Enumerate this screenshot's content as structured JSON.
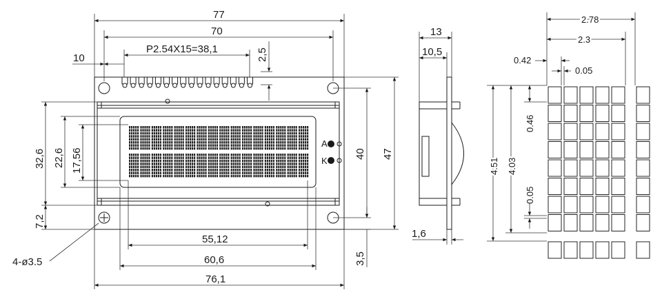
{
  "front_view": {
    "width_total": "77",
    "hole_span": "70",
    "hole_offset": "10",
    "pin_pitch_label": "P2.54X15=38,1",
    "pin_height": "2,5",
    "pcb_height": "47",
    "frame_height": "40",
    "hole_inset": "3,5",
    "bezel_height": "32,6",
    "view_height": "22,6",
    "dot_area_height": "17,56",
    "bottom_offset": "7,2",
    "dot_area_width": "55,12",
    "view_width": "60,6",
    "bezel_width": "76,1",
    "hole_note": "4-ø3.5",
    "led_anode": "A",
    "led_cathode": "K"
  },
  "side_view": {
    "thickness_total": "13",
    "thickness_body": "10,5",
    "pcb_thickness": "1,6"
  },
  "char_detail": {
    "char_width": "2.78",
    "char_inner_width": "2.3",
    "pixel_pitch": "0.42",
    "pixel_gap_x": "0.05",
    "char_height": "4.51",
    "char_inner_height": "4.03",
    "pixel_height": "0.46",
    "pixel_gap_y": "0.05"
  }
}
